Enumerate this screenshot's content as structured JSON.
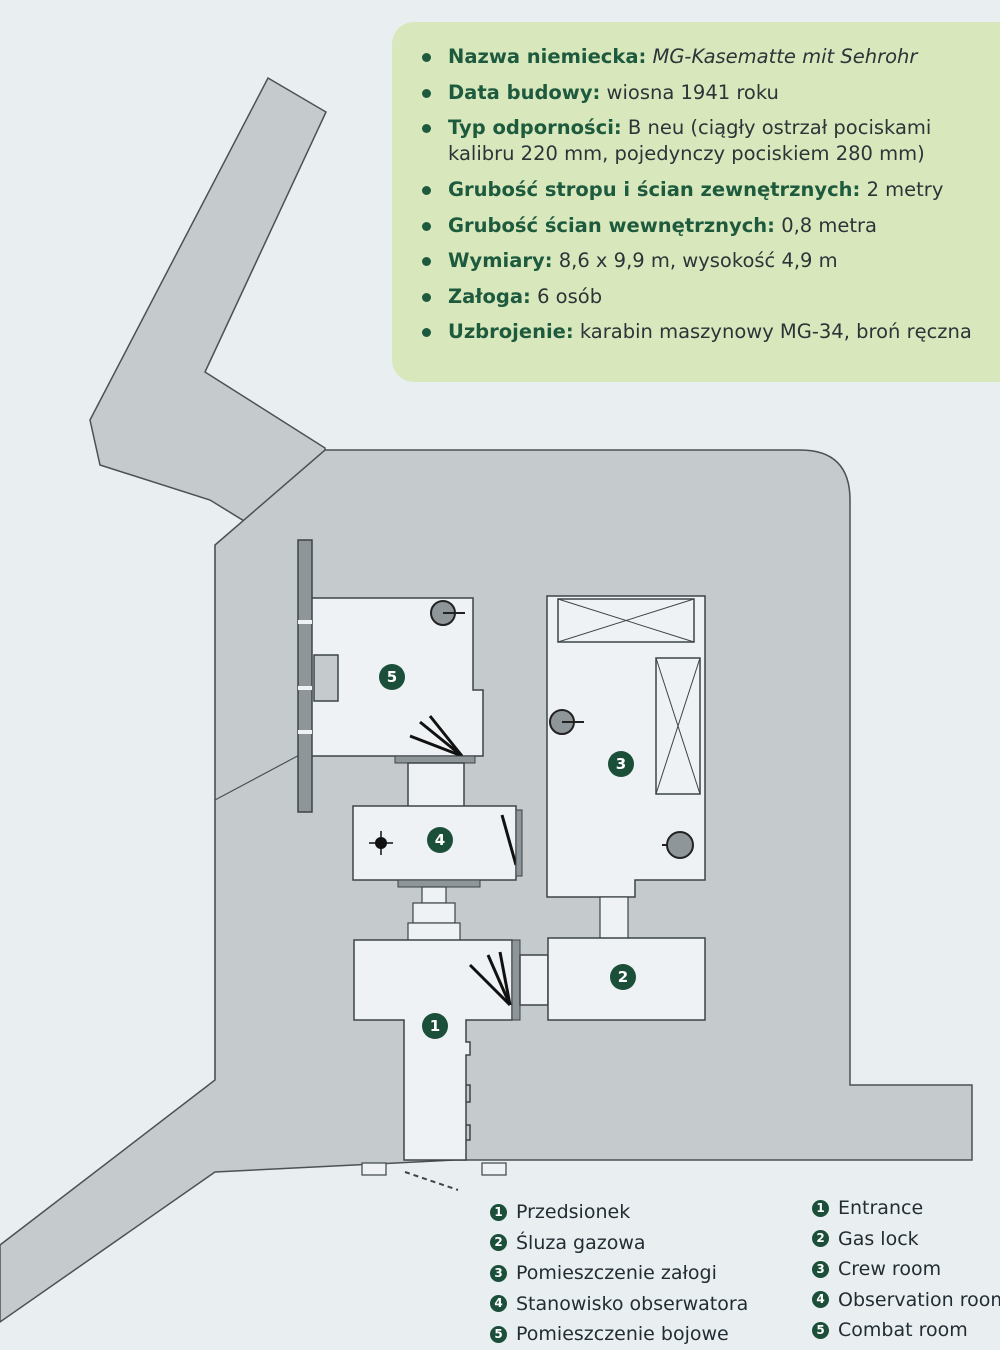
{
  "info": {
    "items": [
      {
        "key": "Nazwa niemiecka:",
        "value": "MG-Kasematte mit Sehrohr",
        "italic": true
      },
      {
        "key": "Data budowy:",
        "value": "wiosna 1941 roku"
      },
      {
        "key": "Typ odporności:",
        "value": "B neu (ciągły ostrzał pociskami",
        "value2": "kalibru 220 mm, pojedynczy pociskiem 280 mm)"
      },
      {
        "key": "Grubość stropu i ścian zewnętrznych:",
        "value": "2 metry"
      },
      {
        "key": "Grubość ścian wewnętrznych:",
        "value": "0,8 metra"
      },
      {
        "key": "Wymiary:",
        "value": "8,6 x 9,9 m, wysokość 4,9 m"
      },
      {
        "key": "Załoga:",
        "value": "6 osób"
      },
      {
        "key": "Uzbrojenie:",
        "value": "karabin maszynowy MG-34, broń ręczna"
      }
    ]
  },
  "plan": {
    "markers": [
      "1",
      "2",
      "3",
      "4",
      "5"
    ]
  },
  "legend": {
    "polish": [
      {
        "num": "1",
        "label": "Przedsionek"
      },
      {
        "num": "2",
        "label": "Śluza gazowa"
      },
      {
        "num": "3",
        "label": "Pomieszczenie załogi"
      },
      {
        "num": "4",
        "label": "Stanowisko obserwatora"
      },
      {
        "num": "5",
        "label": "Pomieszczenie bojowe"
      }
    ],
    "english": [
      {
        "num": "1",
        "label": "Entrance"
      },
      {
        "num": "2",
        "label": "Gas lock"
      },
      {
        "num": "3",
        "label": "Crew room"
      },
      {
        "num": "4",
        "label": "Observation room"
      },
      {
        "num": "5",
        "label": "Combat room"
      }
    ]
  },
  "colors": {
    "board": "#e9eef1",
    "concrete": "#c5cacd",
    "room": "#eef2f4",
    "accent_green": "#1b4f3a",
    "info_box": "#d9e8bc"
  }
}
